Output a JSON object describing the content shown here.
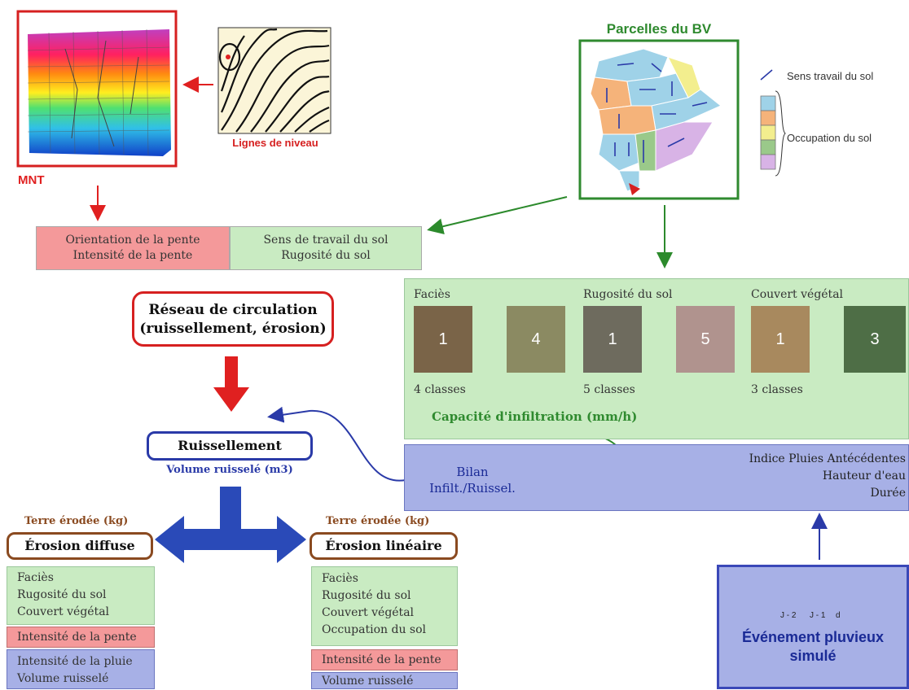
{
  "mnt": {
    "label": "MNT"
  },
  "contours": {
    "label": "Lignes de niveau"
  },
  "parcels": {
    "title": "Parcelles du BV"
  },
  "legend": {
    "arrow_label": "Sens travail du sol",
    "occupation_label": "Occupation du sol",
    "colors": [
      "#9fd2e8",
      "#f5b37a",
      "#f3ee8e",
      "#9ac98a",
      "#d8b3e6"
    ]
  },
  "slope_box": {
    "line1": "Orientation de la pente",
    "line2": "Intensité de la pente"
  },
  "tillage_box": {
    "line1": "Sens de travail du sol",
    "line2": "Rugosité du sol"
  },
  "network": {
    "line1": "Réseau de circulation",
    "line2": "(ruissellement, érosion)"
  },
  "soil_panel": {
    "facies": {
      "title": "Faciès",
      "from": "1",
      "to": "4",
      "classes": "4 classes"
    },
    "rugosity": {
      "title": "Rugosité du sol",
      "from": "1",
      "to": "5",
      "classes": "5 classes"
    },
    "cover": {
      "title": "Couvert végétal",
      "from": "1",
      "to": "3",
      "classes": "3 classes"
    },
    "capacity": "Capacité d'infiltration (mm/h)"
  },
  "runoff": {
    "title": "Ruissellement",
    "volume": "Volume ruisselé (m3)"
  },
  "balance": {
    "line1": "Bilan",
    "line2": "Infilt./Ruissel.",
    "right1": "Indice Pluies Antécédentes",
    "right2": "Hauteur d'eau",
    "right3": "Durée"
  },
  "diffuse": {
    "eroded": "Terre érodée (kg)",
    "title": "Érosion diffuse",
    "green": [
      "Faciès",
      "Rugosité du sol",
      "Couvert végétal"
    ],
    "red": [
      "Intensité de la pente"
    ],
    "blue": [
      "Intensité de la pluie",
      "Volume ruisselé"
    ]
  },
  "linear": {
    "eroded": "Terre érodée (kg)",
    "title": "Érosion linéaire",
    "green": [
      "Faciès",
      "Rugosité du sol",
      "Couvert végétal",
      "Occupation du sol"
    ],
    "red": [
      "Intensité de la pente"
    ],
    "blue": [
      "Volume ruisselé"
    ]
  },
  "rain": {
    "line1": "Événement pluvieux",
    "line2": "simulé",
    "ticks": [
      "J - 2",
      "J - 1",
      "d"
    ]
  }
}
